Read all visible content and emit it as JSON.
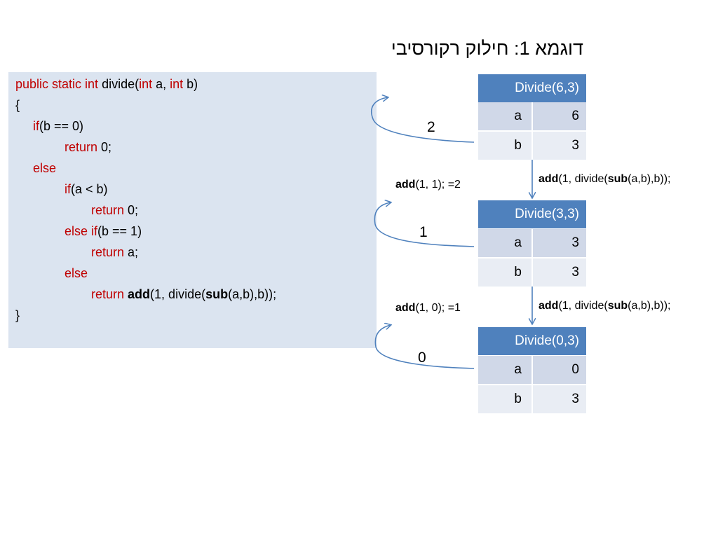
{
  "title": "דוגמא 1: חילוק רקורסיבי",
  "code": {
    "l1_kw1": "public static int",
    "l1_t1": " divide(",
    "l1_kw2": "int",
    "l1_t2": " a, ",
    "l1_kw3": "int",
    "l1_t3": " b)",
    "l2": "{",
    "l3_kw": "if",
    "l3_t": "(b == 0)",
    "l4_kw": "return",
    "l4_t": " 0;",
    "l5_kw": "else",
    "l6_kw": "if",
    "l6_t": "(a < b)",
    "l7_kw": "return",
    "l7_t": " 0;",
    "l8_kw": "else if",
    "l8_t": "(b == 1)",
    "l9_kw": "return",
    "l9_t": " a;",
    "l10_kw": "else",
    "l11_kw": "return ",
    "l11_add": "add",
    "l11_t1": "(1, divide(",
    "l11_sub": "sub",
    "l11_t2": "(a,b),b));",
    "l12": "}"
  },
  "frames": [
    {
      "header": "Divide(6,3)",
      "rows": [
        {
          "name": "a",
          "value": "6"
        },
        {
          "name": "b",
          "value": "3"
        }
      ],
      "return_value": "2"
    },
    {
      "header": "Divide(3,3)",
      "rows": [
        {
          "name": "a",
          "value": "3"
        },
        {
          "name": "b",
          "value": "3"
        }
      ],
      "return_value": "1"
    },
    {
      "header": "Divide(0,3)",
      "rows": [
        {
          "name": "a",
          "value": "0"
        },
        {
          "name": "b",
          "value": "3"
        }
      ],
      "return_value": "0"
    }
  ],
  "call_notes": [
    {
      "add": "add",
      "t1": "(1, divide(",
      "sub": "sub",
      "t2": "(a,b),b));"
    },
    {
      "add": "add",
      "t1": "(1, divide(",
      "sub": "sub",
      "t2": "(a,b),b));"
    }
  ],
  "return_notes": [
    {
      "add": "add",
      "t": "(1, 1); =2"
    },
    {
      "add": "add",
      "t": "(1, 0); =1"
    }
  ],
  "colors": {
    "keyword": "#c00000",
    "frame_header": "#4f81bd",
    "code_bg": "#dbe4f0",
    "arrow": "#4f81bd"
  }
}
